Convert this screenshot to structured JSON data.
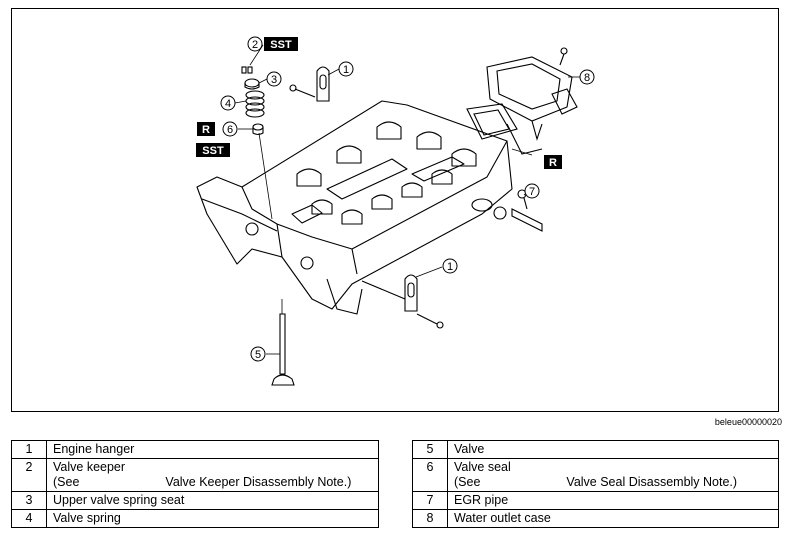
{
  "figure": {
    "code": "beleue00000020",
    "tags": {
      "sst": "SST",
      "replace": "R"
    },
    "callouts": [
      "1",
      "2",
      "3",
      "4",
      "5",
      "6",
      "7",
      "8"
    ]
  },
  "parts_left": [
    {
      "num": "1",
      "name": "Engine hanger"
    },
    {
      "num": "2",
      "name": "Valve keeper",
      "note_prefix": "(See",
      "note_suffix": "Valve Keeper Disassembly Note.)"
    },
    {
      "num": "3",
      "name": "Upper valve spring seat"
    },
    {
      "num": "4",
      "name": "Valve spring"
    }
  ],
  "parts_right": [
    {
      "num": "5",
      "name": "Valve"
    },
    {
      "num": "6",
      "name": "Valve seal",
      "note_prefix": "(See",
      "note_suffix": "Valve Seal Disassembly Note.)"
    },
    {
      "num": "7",
      "name": "EGR pipe"
    },
    {
      "num": "8",
      "name": "Water outlet case"
    }
  ]
}
